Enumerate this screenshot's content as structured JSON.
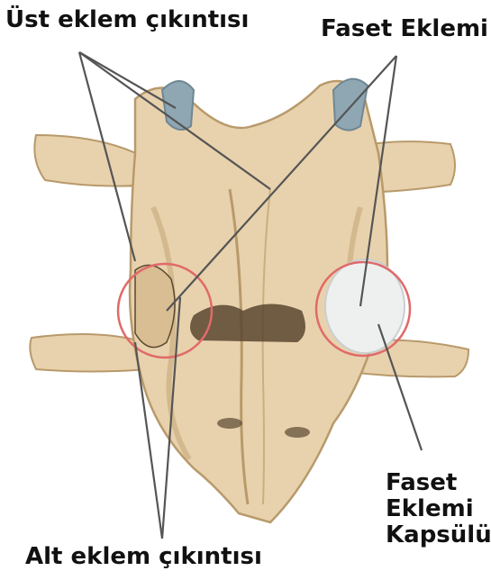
{
  "labels": {
    "superior_process": "Üst eklem çıkıntısı",
    "facet_joint": "Faset Eklemi",
    "inferior_process": "Alt eklem çıkıntısı",
    "capsule_line1": "Faset",
    "capsule_line2": "Eklemi",
    "capsule_line3": "Kapsülü"
  },
  "colors": {
    "bone": "#e8d2ad",
    "bone_shadow": "#b89a6b",
    "bone_dark": "#5a4730",
    "cartilage": "#8fa7b3",
    "capsule": "#eef0f0",
    "highlight_circle": "#e06a6a",
    "leader_line": "#555555"
  }
}
